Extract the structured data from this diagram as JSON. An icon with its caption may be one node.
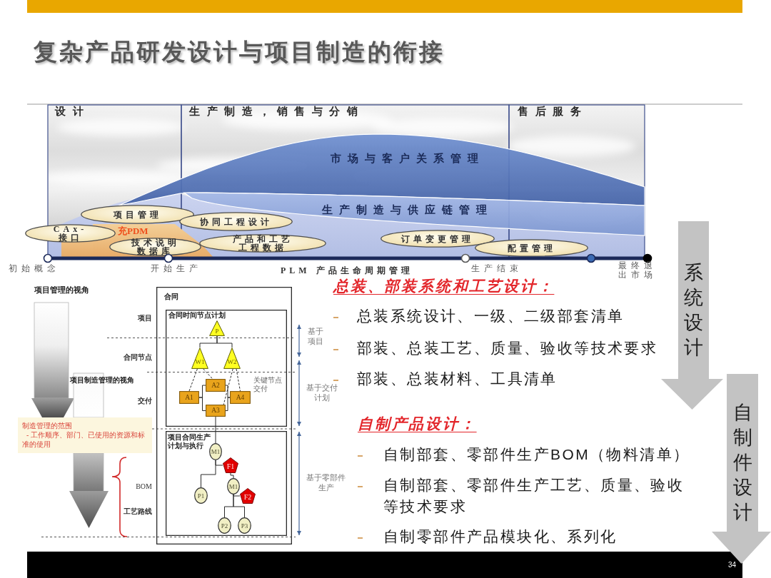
{
  "diagram": {
    "title": "复杂产品研发设计与项目制造的衔接",
    "nodes": [
      {
        "text": [
          "市场与客户关系管理"
        ]
      },
      {
        "text": [
          "生产制造与供应链管理"
        ]
      },
      {
        "text": [
          "项目管理"
        ]
      },
      {
        "text": [
          "协同工程设计"
        ]
      },
      {
        "text": [
          "CAx-接口"
        ]
      },
      {
        "text": [
          "充PDM"
        ]
      },
      {
        "text": [
          "技术说明数据库"
        ],
        "in": 5
      },
      {
        "text": [
          "产品和工艺工程数据"
        ]
      },
      {
        "text": [
          "订单变更管理"
        ]
      },
      {
        "text": [
          "配置管理"
        ]
      },
      {
        "text": [
          "项目管理的视角"
        ]
      },
      {
        "text": [
          "项目制造管理的视角"
        ]
      },
      {
        "text": [
          "制造管理的范围",
          "- 工作顺序、部门、已使用的资源和标准的使用"
        ]
      },
      {
        "text": [
          "合同"
        ]
      },
      {
        "text": [
          "合同时间节点计划"
        ],
        "in": 13
      },
      {
        "text": [
          "P"
        ],
        "in": 14
      },
      {
        "text": [
          "W1"
        ],
        "in": 14
      },
      {
        "text": [
          "W2"
        ],
        "in": 14
      },
      {
        "text": [
          "A2"
        ],
        "in": 14
      },
      {
        "text": [
          "A1"
        ],
        "in": 14
      },
      {
        "text": [
          "A4"
        ],
        "in": 14
      },
      {
        "text": [
          "A3"
        ],
        "in": 14
      },
      {
        "text": [
          "项目合同生产计划与执行"
        ],
        "in": 13
      },
      {
        "text": [
          "M1"
        ],
        "in": 22
      },
      {
        "text": [
          "F1"
        ],
        "in": 22
      },
      {
        "text": [
          "M1"
        ],
        "in": 22
      },
      {
        "text": [
          "P1"
        ],
        "in": 22
      },
      {
        "text": [
          "F2"
        ],
        "in": 22
      },
      {
        "text": [
          "P2"
        ],
        "in": 22
      },
      {
        "text": [
          "P3"
        ],
        "in": 22
      },
      {
        "text": [
          "系统设计"
        ]
      },
      {
        "text": [
          "自制件设计"
        ]
      }
    ],
    "edges": [
      {
        "from": 15,
        "to": 16,
        "arrow": "none"
      },
      {
        "from": 15,
        "to": 17,
        "arrow": "none"
      },
      {
        "from": 16,
        "to": 19,
        "arrow": "none",
        "style": "dashed"
      },
      {
        "from": 16,
        "to": 18,
        "arrow": "none",
        "style": "dashed"
      },
      {
        "from": 17,
        "to": 21,
        "arrow": "none",
        "style": "dashed"
      },
      {
        "from": 17,
        "to": 20,
        "arrow": "none",
        "style": "dashed"
      },
      {
        "from": 19,
        "to": 18,
        "arrow": "none"
      },
      {
        "from": 19,
        "to": 21,
        "arrow": "none"
      },
      {
        "from": 18,
        "to": 20,
        "arrow": "none"
      },
      {
        "from": 21,
        "to": 20,
        "arrow": "none"
      },
      {
        "from": 21,
        "to": 23,
        "arrow": "none"
      },
      {
        "from": 23,
        "to": 24,
        "arrow": "none"
      },
      {
        "from": 23,
        "to": 26,
        "arrow": "none"
      },
      {
        "from": 24,
        "to": 25,
        "arrow": "none"
      },
      {
        "from": 25,
        "to": 27,
        "arrow": "none"
      },
      {
        "from": 25,
        "to": 28,
        "arrow": "none"
      },
      {
        "from": 25,
        "to": 29,
        "arrow": "none"
      }
    ],
    "labels": [
      "设计",
      "生产制造，销售与分销",
      "售后服务",
      "初始概念",
      "开始生产",
      "PLM 产品生命周期管理",
      "生产结束",
      "最终退出市场",
      "项目",
      "合同节点",
      "关键节点交付",
      "交付",
      "基于项目",
      "基于交付计划",
      "BOM",
      "工艺路线",
      "基于零部件生产",
      "总装、部装系统和工艺设计：",
      "总装系统设计、一级、二级部套清单",
      "部装、总装工艺、质量、验收等技术要求",
      "部装、总装材料、工具清单",
      "自制产品设计：",
      "自制部套、零部件生产BOM（物料清单）",
      "自制部套、零部件生产工艺、质量、验收等技术要求",
      "自制零部件产品模块化、系列化",
      "34"
    ]
  }
}
